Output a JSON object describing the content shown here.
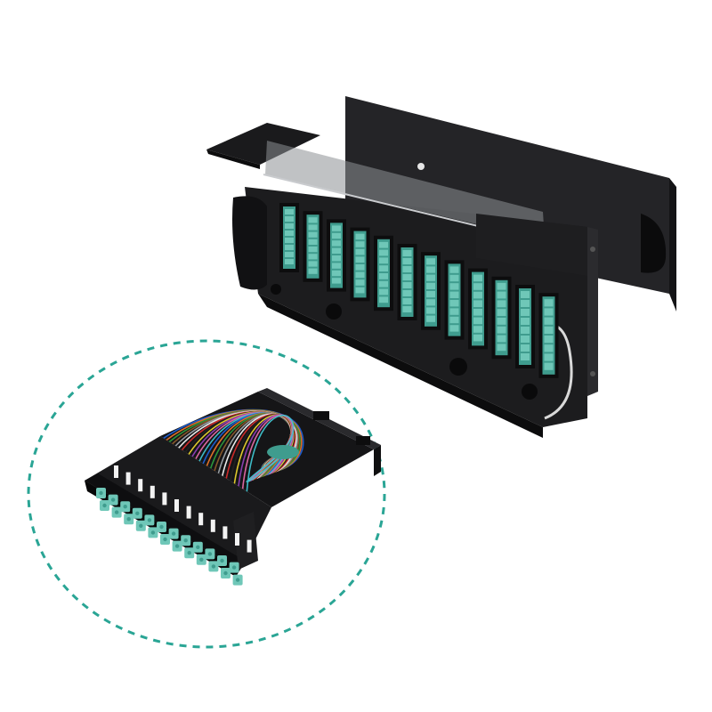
{
  "scene": {
    "subject": "fiber-patch-panel-product-photo",
    "background_color": "#ffffff",
    "colors": {
      "enclosure": "#1c1c1e",
      "enclosure_dark": "#0e0e10",
      "enclosure_side": "#2a2a2d",
      "smoked_cover": "#8d9094",
      "aqua_adapter": "#6fc7b8",
      "aqua_adapter_dark": "#3f9c8e",
      "dashed_circle": "#2aa595",
      "ferrule_white": "#f3f3f3"
    },
    "fiber_colors": [
      "#1e60d6",
      "#e8742a",
      "#2c9c3c",
      "#8a5a2b",
      "#9ea4aa",
      "#f4f4f4",
      "#d42b2b",
      "#222222",
      "#e9d22e",
      "#8e3fb5",
      "#e46aa7",
      "#3fc3cf"
    ],
    "panel_cassette_count": 12,
    "cassette_adapter_columns": 12,
    "cassette_adapter_rows": 2
  }
}
